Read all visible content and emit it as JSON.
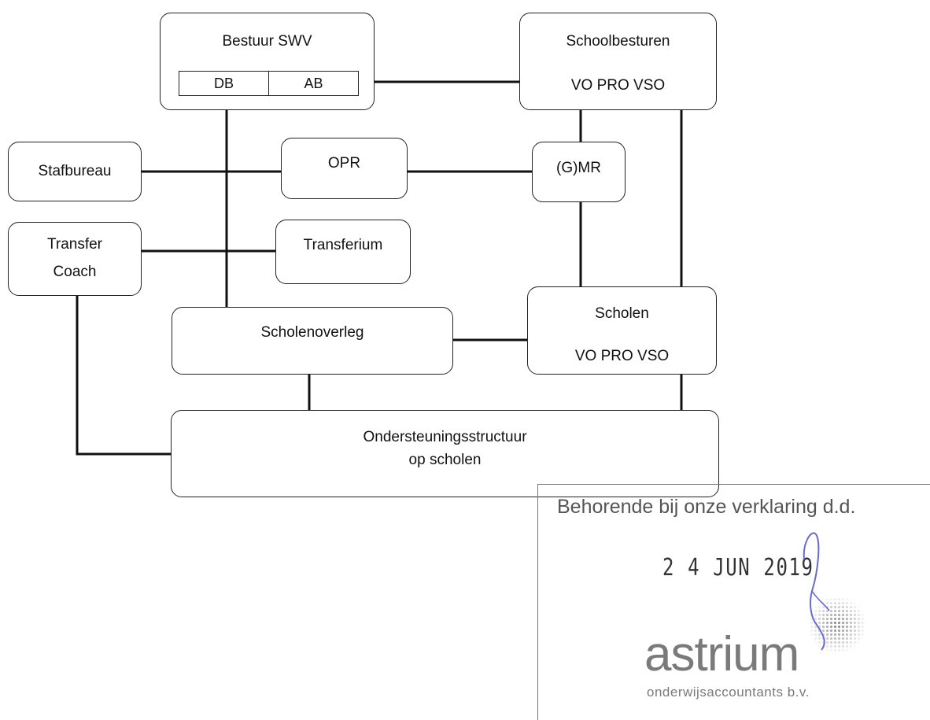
{
  "nodes": {
    "bestuur_swv": {
      "title": "Bestuur SWV",
      "db": "DB",
      "ab": "AB"
    },
    "schoolbesturen": {
      "title": "Schoolbesturen",
      "sub": "VO PRO VSO"
    },
    "stafbureau": {
      "title": "Stafbureau"
    },
    "opr": {
      "title": "OPR"
    },
    "gmr": {
      "title": "(G)MR"
    },
    "transfer_coach": {
      "line1": "Transfer",
      "line2": "Coach"
    },
    "transferium": {
      "title": "Transferium"
    },
    "scholenoverleg": {
      "title": "Scholenoverleg"
    },
    "scholen": {
      "title": "Scholen",
      "sub": "VO PRO VSO"
    },
    "ondersteuning": {
      "line1": "Ondersteuningsstructuur",
      "line2": "op scholen"
    }
  },
  "stamp": {
    "heading": "Behorende bij onze verklaring d.d.",
    "date": "2 4 JUN 2019",
    "logo": "astrium",
    "logo_sub": "onderwijsaccountants b.v.",
    "colors": {
      "text": "#555555",
      "logo": "#7a7a7a",
      "signature": "#6a6ad0"
    }
  }
}
